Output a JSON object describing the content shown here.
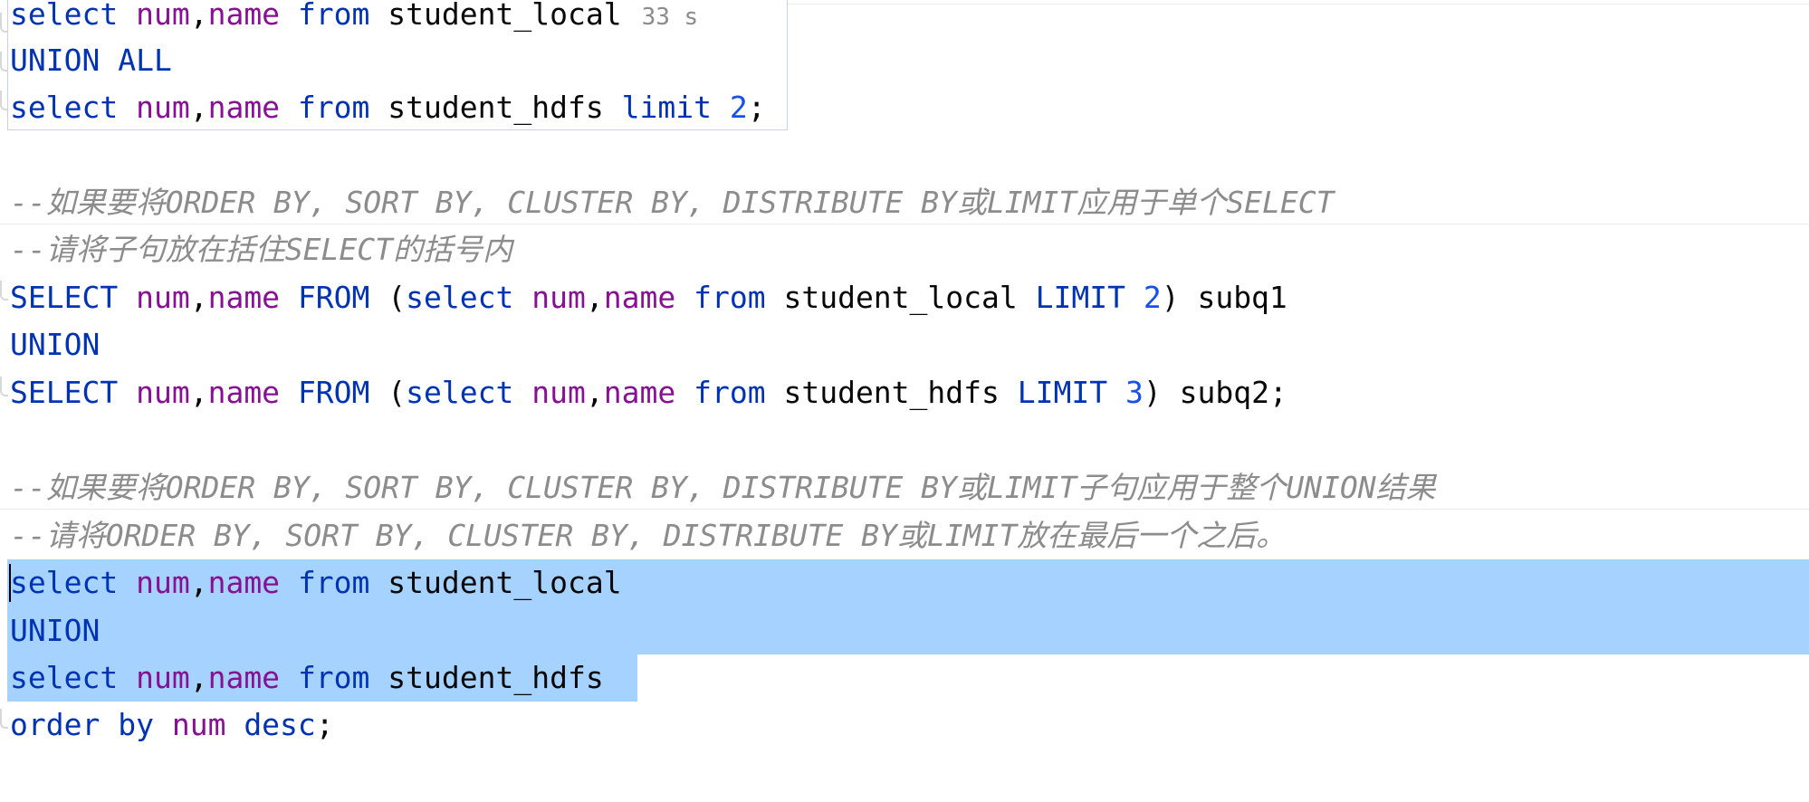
{
  "editor": {
    "block1": {
      "line1": {
        "kw1": "select",
        "f1": "num",
        "c1": ",",
        "f2": "name",
        "kw2": "from",
        "tbl": "student_local",
        "hint": "33 s"
      },
      "line2": {
        "kw1": "UNION ALL"
      },
      "line3": {
        "kw1": "select",
        "f1": "num",
        "c1": ",",
        "f2": "name",
        "kw2": "from",
        "tbl": "student_hdfs",
        "kw3": "limit",
        "n": "2",
        "end": ";"
      }
    },
    "comments": {
      "c1": "--如果要将ORDER BY, SORT BY, CLUSTER BY, DISTRIBUTE BY或LIMIT应用于单个SELECT",
      "c2": "--请将子句放在括住SELECT的括号内",
      "c3": "--如果要将ORDER BY, SORT BY, CLUSTER BY, DISTRIBUTE BY或LIMIT子句应用于整个UNION结果",
      "c4": "--请将ORDER BY, SORT BY, CLUSTER BY, DISTRIBUTE BY或LIMIT放在最后一个之后。"
    },
    "block2": {
      "line1": {
        "kw1": "SELECT",
        "f1": "num",
        "c1": ",",
        "f2": "name",
        "kw2": "FROM",
        "p1": " (",
        "kw3": "select",
        "f3": "num",
        "c2": ",",
        "f4": "name",
        "kw4": "from",
        "tbl": "student_local",
        "kw5": "LIMIT",
        "n": "2",
        "tail": ") subq1"
      },
      "line2": {
        "kw1": "UNION"
      },
      "line3": {
        "kw1": "SELECT",
        "f1": "num",
        "c1": ",",
        "f2": "name",
        "kw2": "FROM",
        "p1": " (",
        "kw3": "select",
        "f3": "num",
        "c2": ",",
        "f4": "name",
        "kw4": "from",
        "tbl": "student_hdfs",
        "kw5": "LIMIT",
        "n": "3",
        "tail": ") subq2;"
      }
    },
    "block3": {
      "line1": {
        "kw1": "select",
        "f1": "num",
        "c1": ",",
        "f2": "name",
        "kw2": "from",
        "tbl": "student_local"
      },
      "line2": {
        "kw1": "UNION"
      },
      "line3": {
        "kw1": "select",
        "f1": "num",
        "c1": ",",
        "f2": "name",
        "kw2": "from",
        "tbl": "student_hdfs"
      },
      "line4": {
        "kw1": "order by",
        "f1": "num",
        "kw2": "desc",
        "end": ";"
      }
    },
    "colors": {
      "keyword": "#0033b3",
      "field": "#871094",
      "number": "#1750eb",
      "comment": "#8c8c8c",
      "selection": "#a6d2ff"
    }
  }
}
